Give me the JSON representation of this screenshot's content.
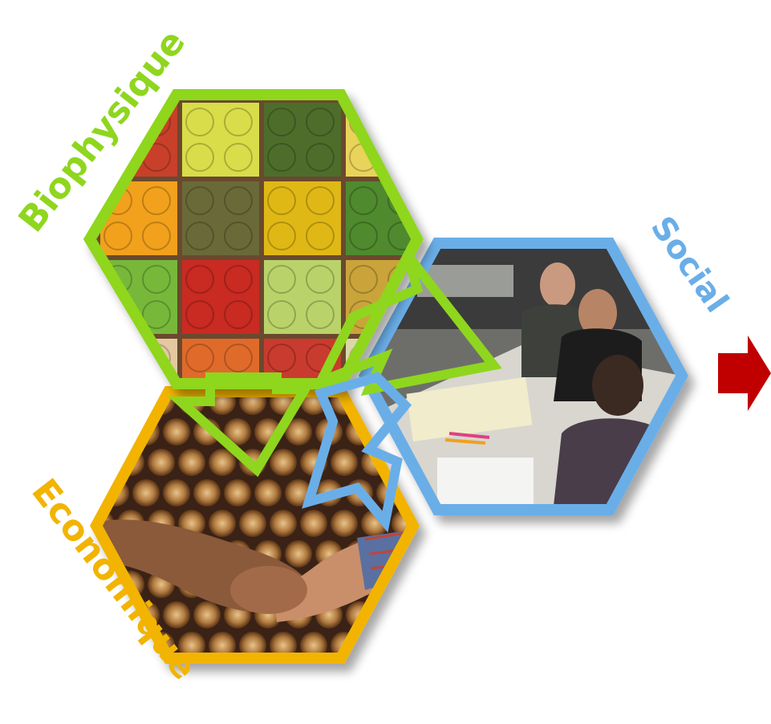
{
  "labels": {
    "biophysique": "Biophysique",
    "social": "Social",
    "economique": "Economique"
  },
  "colors": {
    "biophysique": "#8fd61e",
    "social": "#6aaee8",
    "economique": "#f2b400",
    "arrow_red": "#c00000",
    "crate_wood": "#6b4a2e"
  },
  "hexagons": [
    {
      "id": "biophysique",
      "content": "produce crate grid (fruits and vegetables)"
    },
    {
      "id": "social",
      "content": "group meeting around a table"
    },
    {
      "id": "economique",
      "content": "handshake over stacked timber"
    }
  ],
  "crate_cells": [
    "#c8402b",
    "#d9dd4a",
    "#4d6e2a",
    "#e9d35a",
    "#f2a11a",
    "#6b6a38",
    "#e0b816",
    "#4f8a2e",
    "#77b83a",
    "#c92b22",
    "#b9d36a",
    "#caa43a",
    "#e4c9a0",
    "#e06a2a",
    "#c93a2e",
    "#dcd7a8"
  ],
  "outgoing_arrow": "next"
}
